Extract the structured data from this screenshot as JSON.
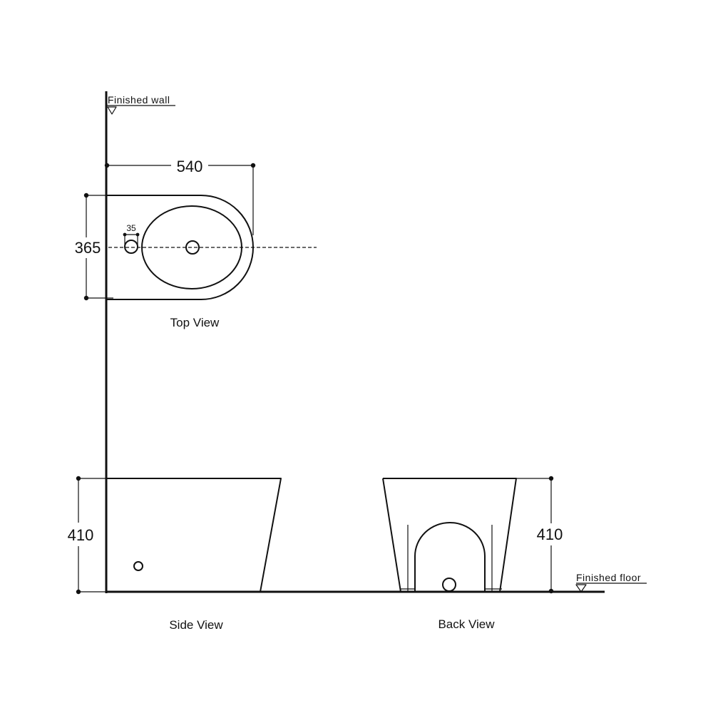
{
  "labels": {
    "finished_wall": "Finished wall",
    "finished_floor": "Finished floor",
    "top_view": "Top View",
    "side_view": "Side View",
    "back_view": "Back View"
  },
  "dimensions": {
    "depth": "540",
    "width": "365",
    "tap_hole_offset": "35",
    "side_height": "410",
    "back_height": "410"
  }
}
